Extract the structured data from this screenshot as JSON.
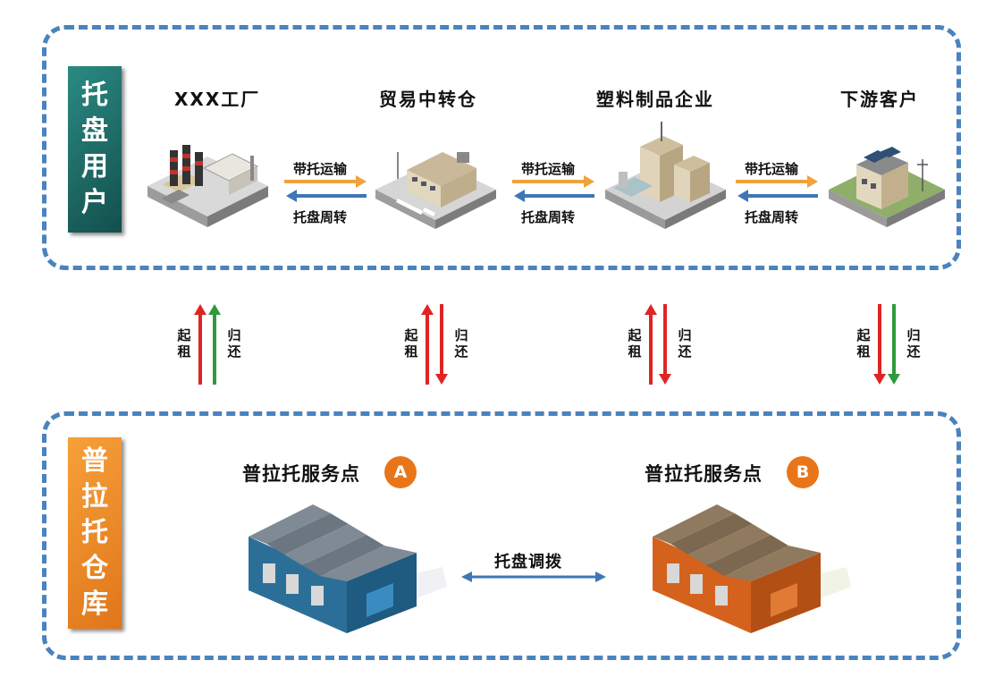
{
  "users_panel": {
    "tab_label": [
      "托",
      "盘",
      "用",
      "户"
    ],
    "nodes": [
      {
        "title": "XXX工厂"
      },
      {
        "title": "贸易中转仓"
      },
      {
        "title": "塑料制品企业"
      },
      {
        "title": "下游客户"
      }
    ],
    "links": [
      {
        "forward": "带托运输",
        "backward": "托盘周转"
      },
      {
        "forward": "带托运输",
        "backward": "托盘周转"
      },
      {
        "forward": "带托运输",
        "backward": "托盘周转"
      }
    ]
  },
  "flows": [
    {
      "rent": [
        "起",
        "租"
      ],
      "return": [
        "归",
        "还"
      ]
    },
    {
      "rent": [
        "起",
        "租"
      ],
      "return": [
        "归",
        "还"
      ]
    },
    {
      "rent": [
        "起",
        "租"
      ],
      "return": [
        "归",
        "还"
      ]
    },
    {
      "rent": [
        "起",
        "租"
      ],
      "return": [
        "归",
        "还"
      ]
    }
  ],
  "warehouse_panel": {
    "tab_label": [
      "普",
      "拉",
      "托",
      "仓",
      "库"
    ],
    "service_a": {
      "title": "普拉托服务点",
      "badge": "A"
    },
    "service_b": {
      "title": "普拉托服务点",
      "badge": "B"
    },
    "transfer_label": "托盘调拨"
  },
  "colors": {
    "dash": "#4a83bd",
    "tab_teal": "#1f6f6a",
    "tab_orange": "#ef8a24",
    "arrow_orange": "#f0a23c",
    "arrow_blue": "#3f77b5",
    "arrow_red": "#e02424",
    "arrow_green": "#2f9a3c",
    "badge": "#e8751a"
  }
}
